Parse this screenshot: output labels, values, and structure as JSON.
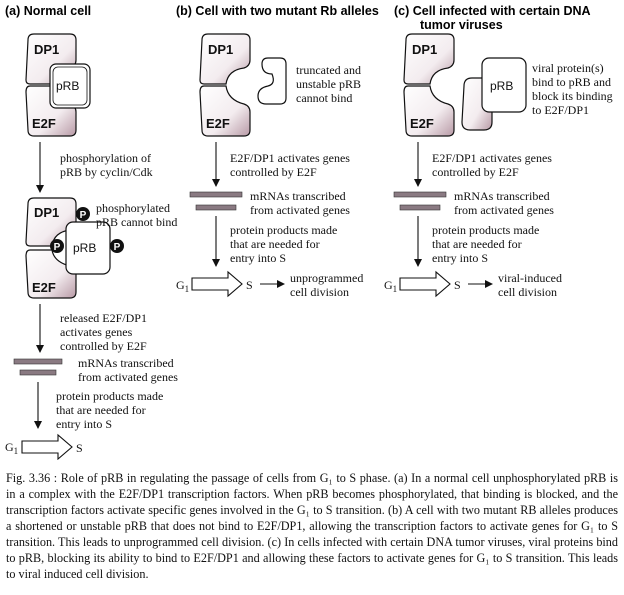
{
  "panels": {
    "a": {
      "title": "(a) Normal cell",
      "dp1": "DP1",
      "prb": "pRB",
      "e2f": "E2F",
      "phos_1": "phosphorylation of",
      "phos_2": "pRB by cyclin/Cdk",
      "pnote_1": "phosphorylated",
      "pnote_2": "pRB cannot bind",
      "phospho_mark": "P",
      "released_1": "released E2F/DP1",
      "released_2": "activates genes",
      "released_3": "controlled by E2F",
      "mrna_1": "mRNAs transcribed",
      "mrna_2": "from activated genes",
      "protein_1": "protein products made",
      "protein_2": "that are needed for",
      "protein_3": "entry into S",
      "g1": "G",
      "g1_sub": "1",
      "s": "S"
    },
    "b": {
      "title": "(b) Cell with two mutant Rb alleles",
      "dp1": "DP1",
      "e2f": "E2F",
      "trunc_1": "truncated and",
      "trunc_2": "unstable pRB",
      "trunc_3": "cannot bind",
      "act_1": "E2F/DP1 activates genes",
      "act_2": "controlled by E2F",
      "mrna_1": "mRNAs transcribed",
      "mrna_2": "from activated genes",
      "protein_1": "protein products made",
      "protein_2": "that are needed for",
      "protein_3": "entry into S",
      "g1": "G",
      "g1_sub": "1",
      "s": "S",
      "outcome_1": "unprogrammed",
      "outcome_2": "cell division"
    },
    "c": {
      "title_1": "(c)  Cell infected with certain DNA",
      "title_2": "tumor viruses",
      "dp1": "DP1",
      "prb": "pRB",
      "e2f": "E2F",
      "viral_1": "viral protein(s)",
      "viral_2": "bind to pRB and",
      "viral_3": "block its binding",
      "viral_4": "to E2F/DP1",
      "act_1": "E2F/DP1 activates genes",
      "act_2": "controlled by E2F",
      "mrna_1": "mRNAs transcribed",
      "mrna_2": "from activated genes",
      "protein_1": "protein products made",
      "protein_2": "that are needed for",
      "protein_3": "entry into S",
      "g1": "G",
      "g1_sub": "1",
      "s": "S",
      "outcome_1": "viral-induced",
      "outcome_2": "cell division"
    }
  },
  "caption": "Fig. 3.36 : Role of pRB in regulating the passage of cells from G₁ to S phase. (a) In a normal cell unphosphorylated pRB is in a complex with the E2F/DP1 transcription factors. When pRB becomes phosphorylated, that binding is blocked, and the transcription factors activate specific genes involved in the G₁ to S transition. (b) A cell with two mutant RB alleles produces a shortened or unstable pRB that does not bind to E2F/DP1, allowing the transcription factors to activate genes for G₁ to S transition. This leads to unprogrammed cell division. (c) In cells infected with certain DNA tumor viruses, viral proteins bind to pRB, blocking its ability to bind to E2F/DP1 and allowing these factors to activate genes for G₁ to S transition. This leads to viral induced cell division.",
  "colors": {
    "bar": "#8a7a82",
    "blob_shadow": "#b89aa6",
    "ink": "#111111"
  }
}
